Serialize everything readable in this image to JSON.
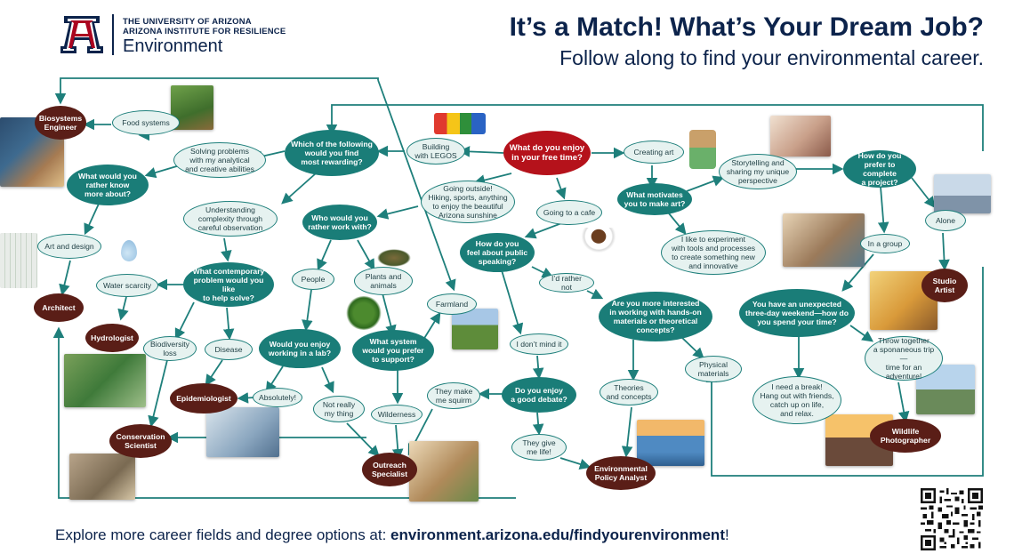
{
  "header": {
    "university": "THE UNIVERSITY OF ARIZONA",
    "institute": "ARIZONA INSTITUTE FOR RESILIENCE",
    "unit": "Environment",
    "title": "It’s a Match! What’s Your Dream Job?",
    "subtitle": "Follow along to find your environmental career."
  },
  "footer": {
    "text": "Explore more career fields and degree options at: ",
    "link": "environment.arizona.edu/findyourenvironment",
    "suffix": "!"
  },
  "colors": {
    "navy": "#0c234b",
    "teal": "#1a7d78",
    "answer_fill": "#e6f2f0",
    "start_red": "#b5121b",
    "career_brown": "#5a1e17",
    "arizona_red": "#ab0520"
  },
  "nodes": {
    "start": "What do you enjoy\nin your free time?",
    "q_rewarding": "Which of the following\nwould you find\nmost rewarding?",
    "q_know": "What would you\nrather know\nmore about?",
    "q_work_with": "Who would you\nrather work with?",
    "q_problem": "What contemporary\nproblem would you like\nto help solve?",
    "q_lab": "Would you enjoy\nworking in a lab?",
    "q_system": "What system\nwould you prefer\nto support?",
    "q_public": "How do you\nfeel about public\nspeaking?",
    "q_debate": "Do you enjoy\na good debate?",
    "q_interested": "Are you more interested\nin working with hands-on\nmaterials or theoretical\nconcepts?",
    "q_motivates": "What motivates\nyou to make art?",
    "q_complete": "How do you\nprefer to complete\na project?",
    "q_weekend": "You have an unexpected\nthree-day weekend—how do\nyou spend your time?",
    "a_food": "Food systems",
    "a_solving": "Solving problems\nwith my analytical\nand creative abilities",
    "a_legos": "Building\nwith LEGOS",
    "a_outside": "Going outside!\nHiking, sports, anything\nto enjoy the beautiful\nArizona sunshine",
    "a_understanding": "Understanding\ncomplexity through\ncareful observation",
    "a_art_design": "Art and design",
    "a_water": "Water scarcity",
    "a_people": "People",
    "a_plants": "Plants and\nanimals",
    "a_farmland": "Farmland",
    "a_biodiversity": "Biodiversity\nloss",
    "a_disease": "Disease",
    "a_absolutely": "Absolutely!",
    "a_not_really": "Not really\nmy thing",
    "a_wilderness": "Wilderness",
    "a_squirm": "They make\nme squirm",
    "a_cafe": "Going to a cafe",
    "a_rather_not": "I’d rather not",
    "a_dont_mind": "I don’t mind it",
    "a_give_life": "They give\nme life!",
    "a_theories": "Theories\nand concepts",
    "a_physical": "Physical\nmaterials",
    "a_creating_art": "Creating art",
    "a_experiment": "I like to experiment\nwith tools and processes\nto create something new\nand innovative",
    "a_storytelling": "Storytelling and\nsharing my unique\nperspective",
    "a_alone": "Alone",
    "a_group": "In a group",
    "a_trip": "Throw together\na sponaneous trip—\ntime for an\nadventure!",
    "a_break": "I need a break!\nHang out with friends,\ncatch up on life,\nand relax.",
    "c_biosystems": "Biosystems\nEngineer",
    "c_architect": "Architect",
    "c_hydrologist": "Hydrologist",
    "c_epidemiologist": "Epidemiologist",
    "c_conservation": "Conservation\nScientist",
    "c_outreach": "Outreach\nSpecialist",
    "c_policy": "Environmental\nPolicy Analyst",
    "c_studio": "Studio\nArtist",
    "c_wildlife": "Wildlife\nPhotographer"
  }
}
